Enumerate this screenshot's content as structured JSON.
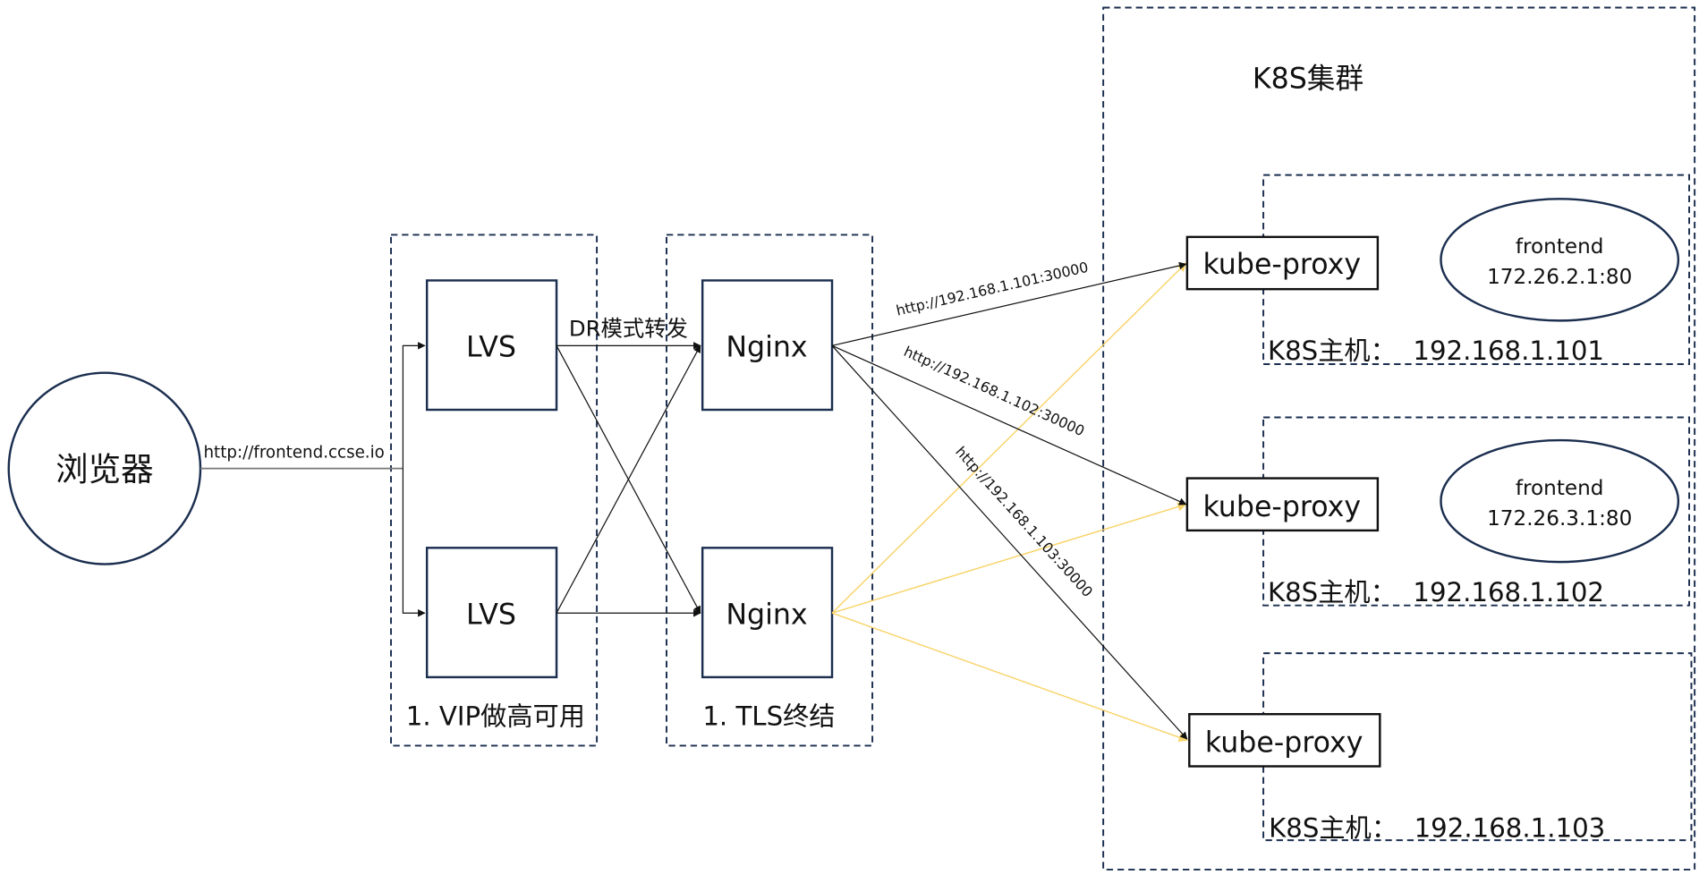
{
  "diagram": {
    "browser": {
      "label": "浏览器"
    },
    "browser_edge_label": "http://frontend.ccse.io",
    "vip_group": {
      "label": "1. VIP做高可用",
      "nodes": [
        {
          "label": "LVS"
        },
        {
          "label": "LVS"
        }
      ]
    },
    "lvs_to_nginx_label": "DR模式转发",
    "tls_group": {
      "label": "1. TLS终结",
      "nodes": [
        {
          "label": "Nginx"
        },
        {
          "label": "Nginx"
        }
      ]
    },
    "nginx_edge_labels": [
      "http://192.168.1.101:30000",
      "http://192.168.1.102:30000",
      "http://192.168.1.103:30000"
    ],
    "cluster": {
      "label": "K8S集群",
      "hosts": [
        {
          "label": "K8S主机：  192.168.1.101",
          "proxy": "kube-proxy",
          "pod": {
            "name": "frontend",
            "addr": "172.26.2.1:80"
          }
        },
        {
          "label": "K8S主机：  192.168.1.102",
          "proxy": "kube-proxy",
          "pod": {
            "name": "frontend",
            "addr": "172.26.3.1:80"
          }
        },
        {
          "label": "K8S主机：  192.168.1.103",
          "proxy": "kube-proxy"
        }
      ]
    },
    "colors": {
      "node_stroke": "#1b2e4f",
      "edge_primary": "#111111",
      "edge_secondary": "#f9d46a"
    }
  }
}
